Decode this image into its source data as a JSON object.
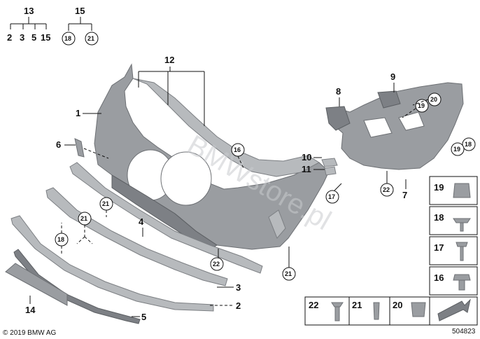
{
  "diagram": {
    "copyright": "© 2019 BMW AG",
    "image_number": "504823",
    "watermark": "BMWstore.pl",
    "group_13": {
      "label": "13",
      "children": [
        "2",
        "3",
        "5",
        "15"
      ]
    },
    "group_15": {
      "label": "15",
      "children": [
        "18",
        "21"
      ]
    },
    "callouts": {
      "c1": "1",
      "c2": "2",
      "c3": "3",
      "c4": "4",
      "c5": "5",
      "c6": "6",
      "c7": "7",
      "c8": "8",
      "c9": "9",
      "c10": "10",
      "c11": "11",
      "c12": "12",
      "c14": "14",
      "c16": "16",
      "c17": "17",
      "c18a": "18",
      "c18b": "18",
      "c19a": "19",
      "c19b": "19",
      "c20": "20",
      "c21a": "21",
      "c21b": "21",
      "c21c": "21",
      "c22a": "22",
      "c22b": "22"
    },
    "legend": {
      "l19": "19",
      "l18": "18",
      "l17": "17",
      "l16": "16",
      "l22": "22",
      "l21": "21",
      "l20": "20"
    },
    "colors": {
      "part": "#9a9da1",
      "line": "#111111",
      "watermark": "#c9cbce"
    }
  }
}
